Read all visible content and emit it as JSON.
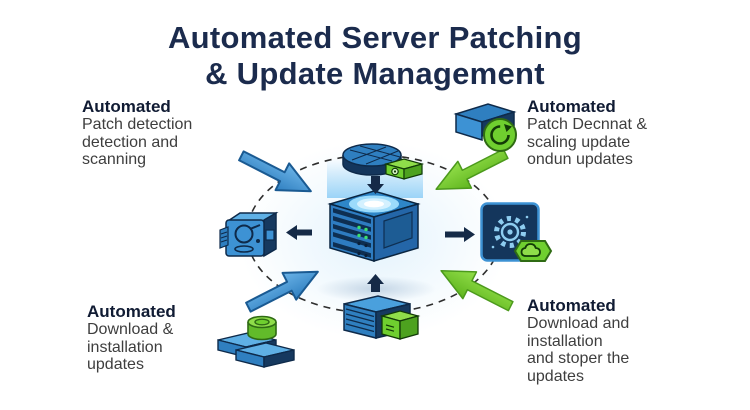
{
  "title": {
    "line1": "Automated Server Patching",
    "line2": "& Update Management"
  },
  "labels": {
    "top_left": {
      "heading": "Automated",
      "lines": [
        "Patch detection",
        "detection and",
        "scanning"
      ]
    },
    "top_right": {
      "heading": "Automated",
      "lines": [
        "Patch Decnnat &",
        "scaling update",
        "ondun updates"
      ]
    },
    "bottom_left": {
      "heading": "Automated",
      "lines": [
        "Download &",
        "installation",
        "updates"
      ]
    },
    "bottom_right": {
      "heading": "Automated",
      "lines": [
        "Download and",
        "installation",
        "and stoper the",
        "updates"
      ]
    }
  },
  "icons": {
    "center": "server-tower-icon",
    "top": "network-disk-with-chip-icon",
    "left": "patch-scanner-device-icon",
    "right": "settings-gear-chip-icon",
    "right_badge": "cloud-hexagon-badge-icon",
    "bottom": "update-stack-with-cube-icon",
    "top_right_corner": "package-sync-icon",
    "bottom_left_corner": "bricks-with-database-icon",
    "flow": [
      "arrow-down",
      "arrow-left",
      "arrow-right",
      "arrow-up"
    ]
  },
  "colors": {
    "title_navy": "#1b2b4d",
    "text_dark": "#3e3e3e",
    "blue_arrow": "#4a9ad9",
    "green_arrow": "#7ccb2d",
    "navy": "#14365c",
    "server_blue": "#2e7cc1",
    "accent_green": "#6fcf2f",
    "background": "#ffffff"
  }
}
